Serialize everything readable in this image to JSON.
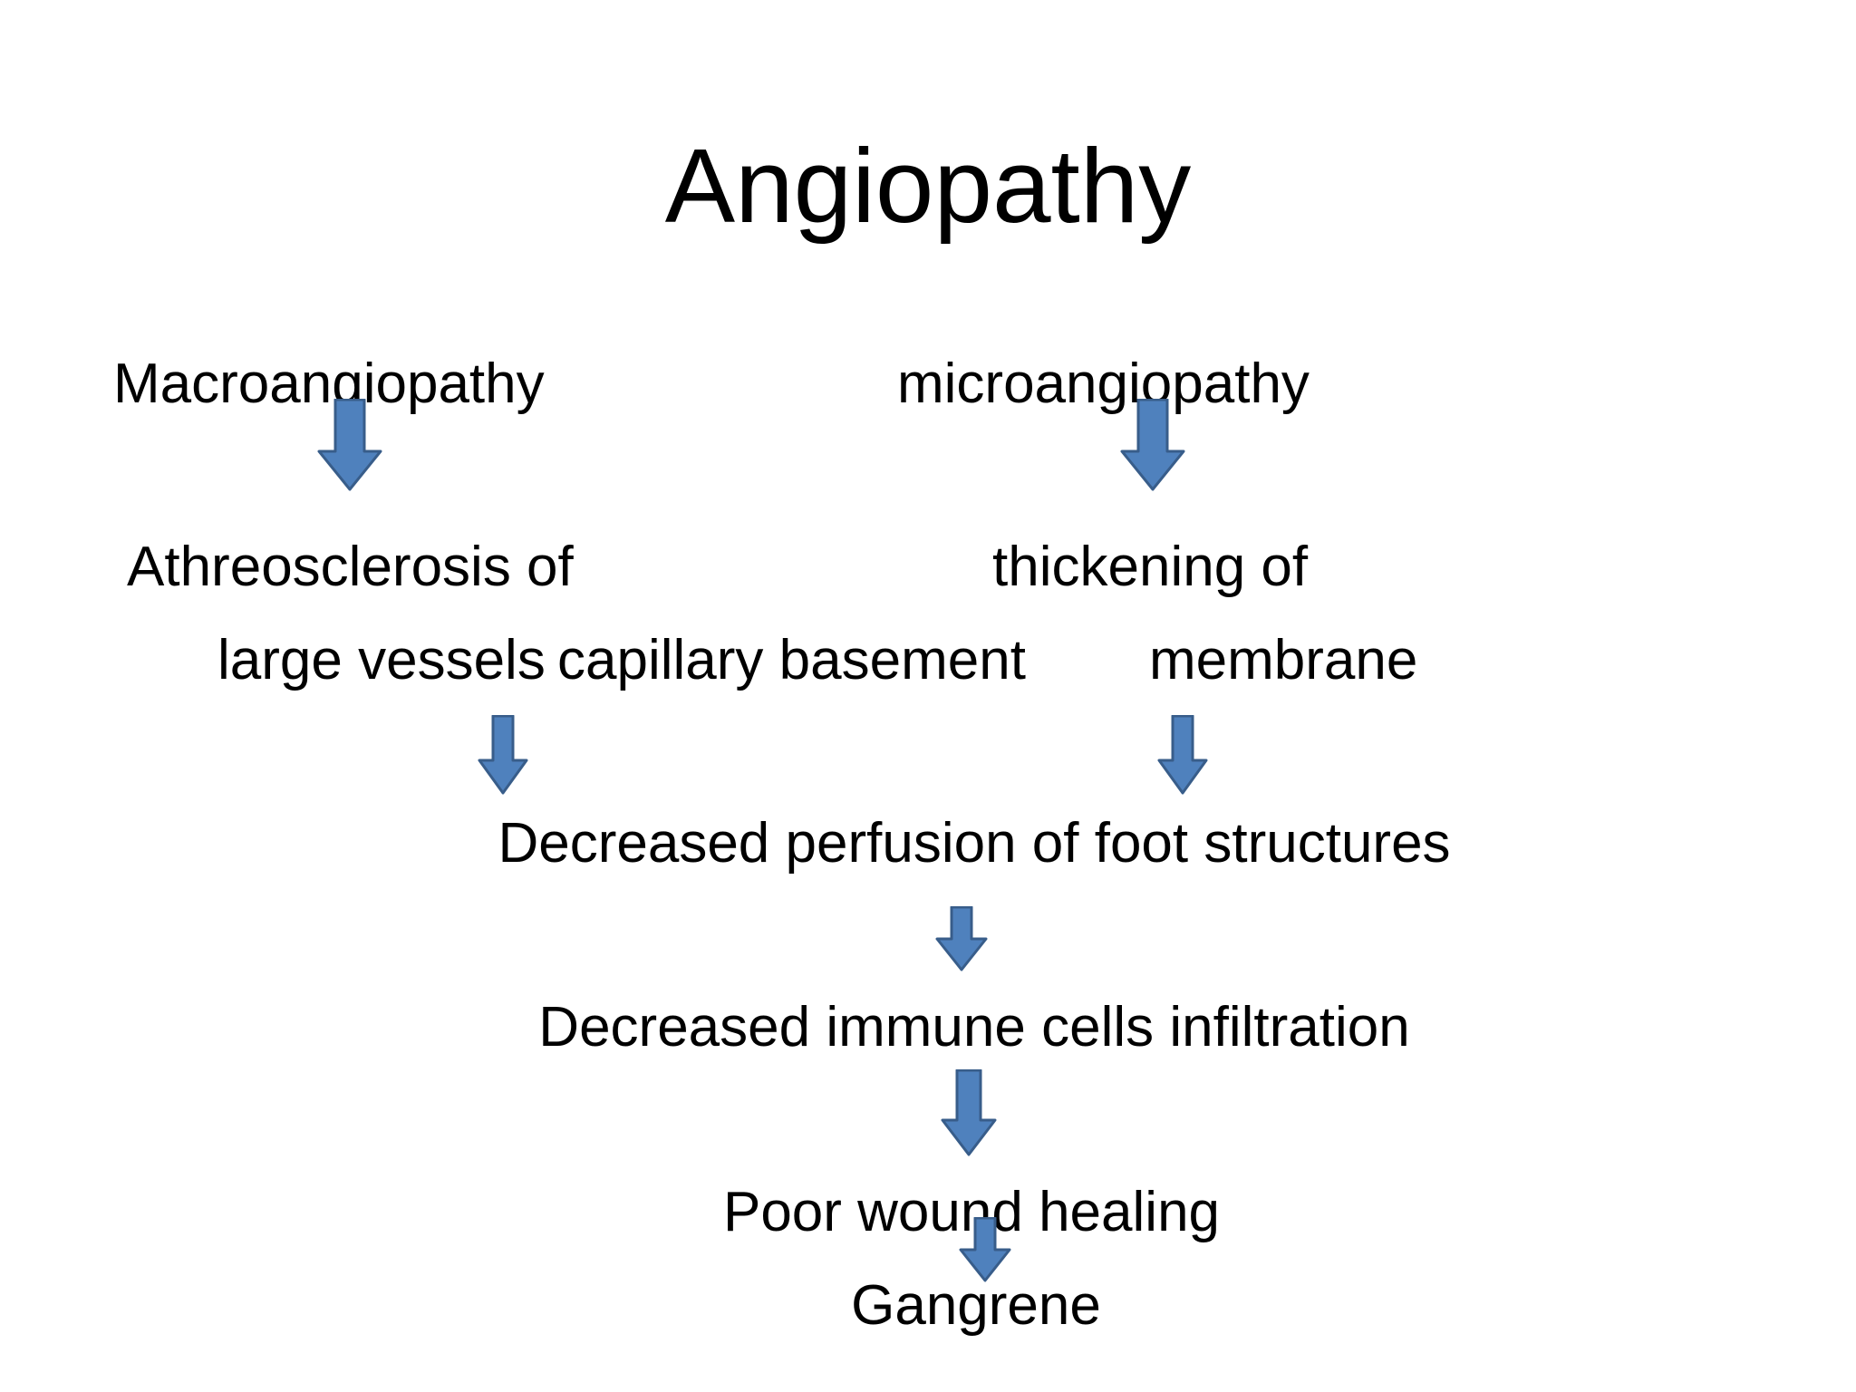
{
  "slide": {
    "title": "Angiopathy",
    "macro_label": "Macroangiopathy",
    "micro_label": "microangiopathy",
    "athero_line1": "Athreosclerosis of",
    "athero_line2": "large vessels",
    "thickening_line1": "thickening of",
    "thickening_line2a": "capillary basement",
    "thickening_line2b": "membrane",
    "perfusion": "Decreased perfusion of foot structures",
    "immune": "Decreased immune cells infiltration",
    "wound": "Poor wound healing",
    "gangrene": "Gangrene"
  },
  "colors": {
    "arrow_fill": "#4F81BD",
    "arrow_stroke": "#385D8A",
    "text": "#000000",
    "background": "#ffffff"
  }
}
